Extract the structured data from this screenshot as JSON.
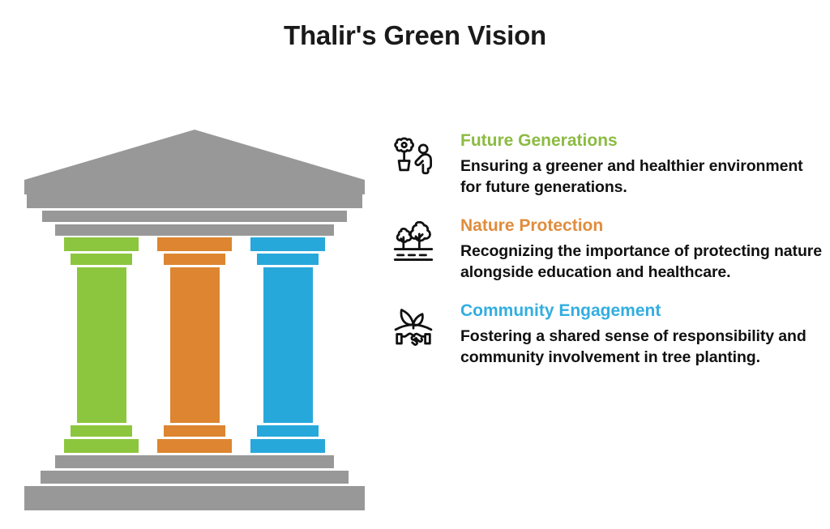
{
  "title": "Thalir's Green Vision",
  "colors": {
    "green": "#8CC63E",
    "orange": "#DD8530",
    "blue": "#27A8DB",
    "gray": "#989898",
    "heading_green": "#8CBB42",
    "heading_orange": "#E08C3C",
    "heading_blue": "#32AEE0",
    "text_dark": "#111111",
    "background": "#FFFFFF"
  },
  "graphic": {
    "name": "three-pillar temple",
    "pediment_color": "#989898",
    "columns": [
      {
        "label": "Future Generations",
        "color": "#8CC63E"
      },
      {
        "label": "Nature Protection",
        "color": "#DD8530"
      },
      {
        "label": "Community Engagement",
        "color": "#27A8DB"
      }
    ]
  },
  "points": [
    {
      "icon": "flower-pot-person-icon",
      "heading": "Future Generations",
      "heading_color": "#8CBB42",
      "description": "Ensuring a greener and healthier environment for future generations."
    },
    {
      "icon": "trees-landscape-icon",
      "heading": "Nature Protection",
      "heading_color": "#E08C3C",
      "description": "Recognizing the importance of protecting nature alongside education and healthcare."
    },
    {
      "icon": "handshake-sprout-icon",
      "heading": "Community Engagement",
      "heading_color": "#32AEE0",
      "description": "Fostering a shared sense of responsibility and community involvement in tree planting."
    }
  ]
}
